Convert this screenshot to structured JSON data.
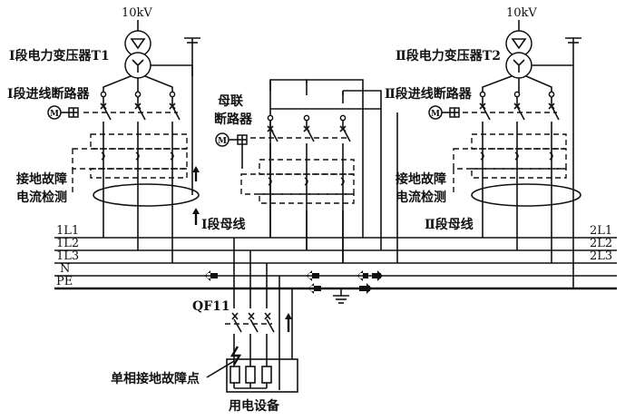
{
  "diagram": {
    "colors": {
      "line": "#111111",
      "background": "#ffffff"
    },
    "left_source": {
      "voltage": "10kV",
      "transformer_label": "Ⅰ段电力变压器T1",
      "breaker_label": "Ⅰ段进线断路器",
      "busbar_label": "Ⅰ段母线"
    },
    "right_source": {
      "voltage": "10kV",
      "transformer_label": "Ⅱ段电力变压器T2",
      "breaker_label": "Ⅱ段进线断路器",
      "busbar_label": "Ⅱ段母线"
    },
    "bus_tie": {
      "label_line1": "母联",
      "label_line2": "断路器"
    },
    "ground_fault_detection": {
      "line1": "接地故障",
      "line2": "电流检测"
    },
    "left_bus_labels": [
      "1L1",
      "1L2",
      "1L3",
      "N",
      "PE"
    ],
    "right_bus_labels": [
      "2L1",
      "2L2",
      "2L3"
    ],
    "feeder_breaker": "QF11",
    "fault_point": "单相接地故障点",
    "load": "用电设备",
    "icons": [
      "motor-operator-icon",
      "transformer-icon",
      "ground-icon",
      "breaker-icon",
      "current-flow-arrow-icon"
    ]
  }
}
